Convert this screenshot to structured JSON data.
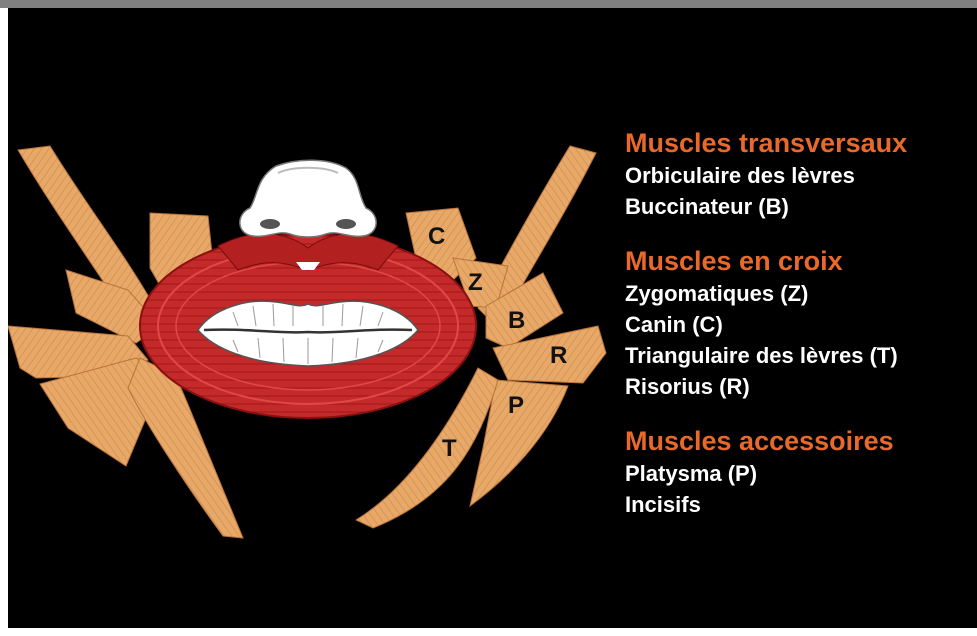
{
  "diagram": {
    "labels": {
      "c": "C",
      "z": "Z",
      "b": "B",
      "r": "R",
      "p": "P",
      "t": "T"
    }
  },
  "legend": {
    "sections": [
      {
        "title": "Muscles transversaux",
        "items": [
          "Orbiculaire des lèvres",
          "Buccinateur (B)"
        ]
      },
      {
        "title": "Muscles en croix",
        "items": [
          "Zygomatiques (Z)",
          "Canin (C)",
          "Triangulaire des lèvres (T)",
          "Risorius (R)"
        ]
      },
      {
        "title": "Muscles accessoires",
        "items": [
          "Platysma (P)",
          "Incisifs"
        ]
      }
    ]
  },
  "colors": {
    "slide_background": "#000000",
    "muscle_fill": "#e8a868",
    "muscle_edge": "#b8733a",
    "orbicularis_red": "#c42a2a",
    "nose_lips_white": "#ffffff",
    "section_title": "#e8692a",
    "item_text": "#ffffff"
  }
}
